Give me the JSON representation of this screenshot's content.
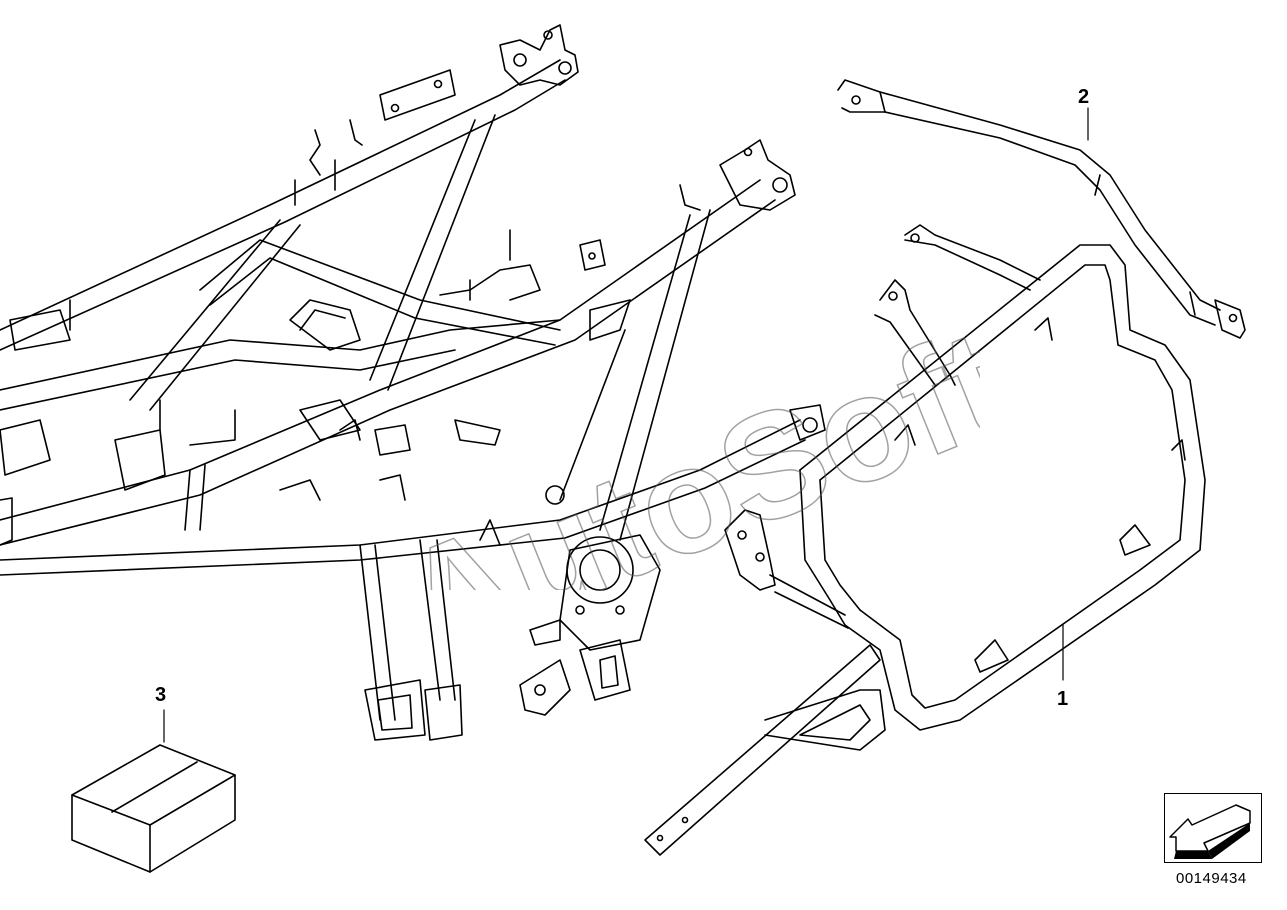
{
  "callouts": {
    "part_1": "1",
    "part_2": "2",
    "part_3": "3"
  },
  "reference_number": "00149434",
  "watermark": "AutoSoft",
  "colors": {
    "line": "#000000",
    "background": "#ffffff",
    "watermark_stroke": "#555555"
  },
  "icons": {
    "orientation_arrow": "arrow-icon",
    "kit_box": "box-icon"
  }
}
